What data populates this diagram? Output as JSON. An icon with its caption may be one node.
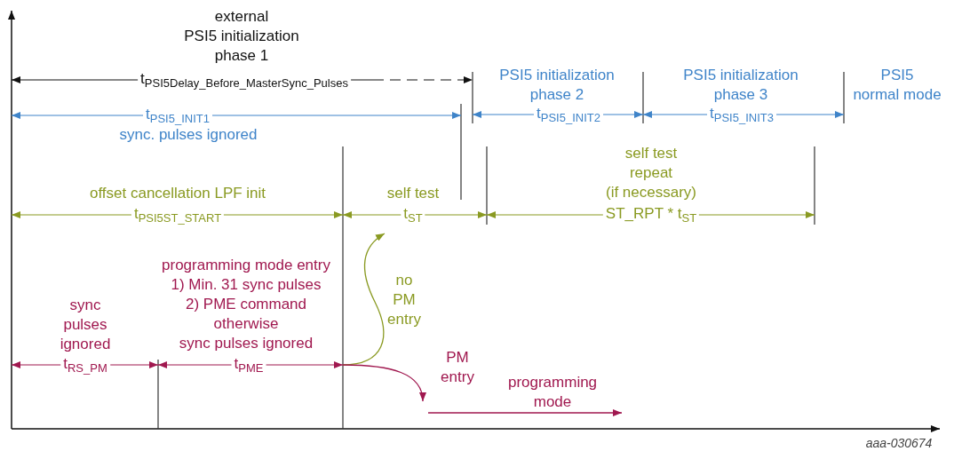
{
  "diagram": {
    "labels": [
      "external PSI5 initialization phase 1",
      "t$_{PSI5Delay_Before_MasterSync_Pulses}$",
      "PSI5 initialization phase 2",
      "PSI5 initialization phase 3",
      "PSI5 normal mode",
      "t$_{PSI5_INIT1}$",
      "t$_{PSI5_INIT2}$",
      "t$_{PSI5_INIT3}$",
      "sync. pulses ignored",
      "self test repeat (if necessary)",
      "offset cancellation LPF init",
      "self test",
      "t$_{PSI5ST_START}$",
      "t$_{ST}$",
      "ST_RPT * t$_{ST}$",
      "programming mode entry 1) Min. 31 sync pulses 2) PME command otherwise sync pulses ignored",
      "no PM entry",
      "sync pulses ignored",
      "t$_{RS_PM}$",
      "t$_{PME}$",
      "PM entry",
      "programming mode",
      "aaa-030674"
    ]
  }
}
